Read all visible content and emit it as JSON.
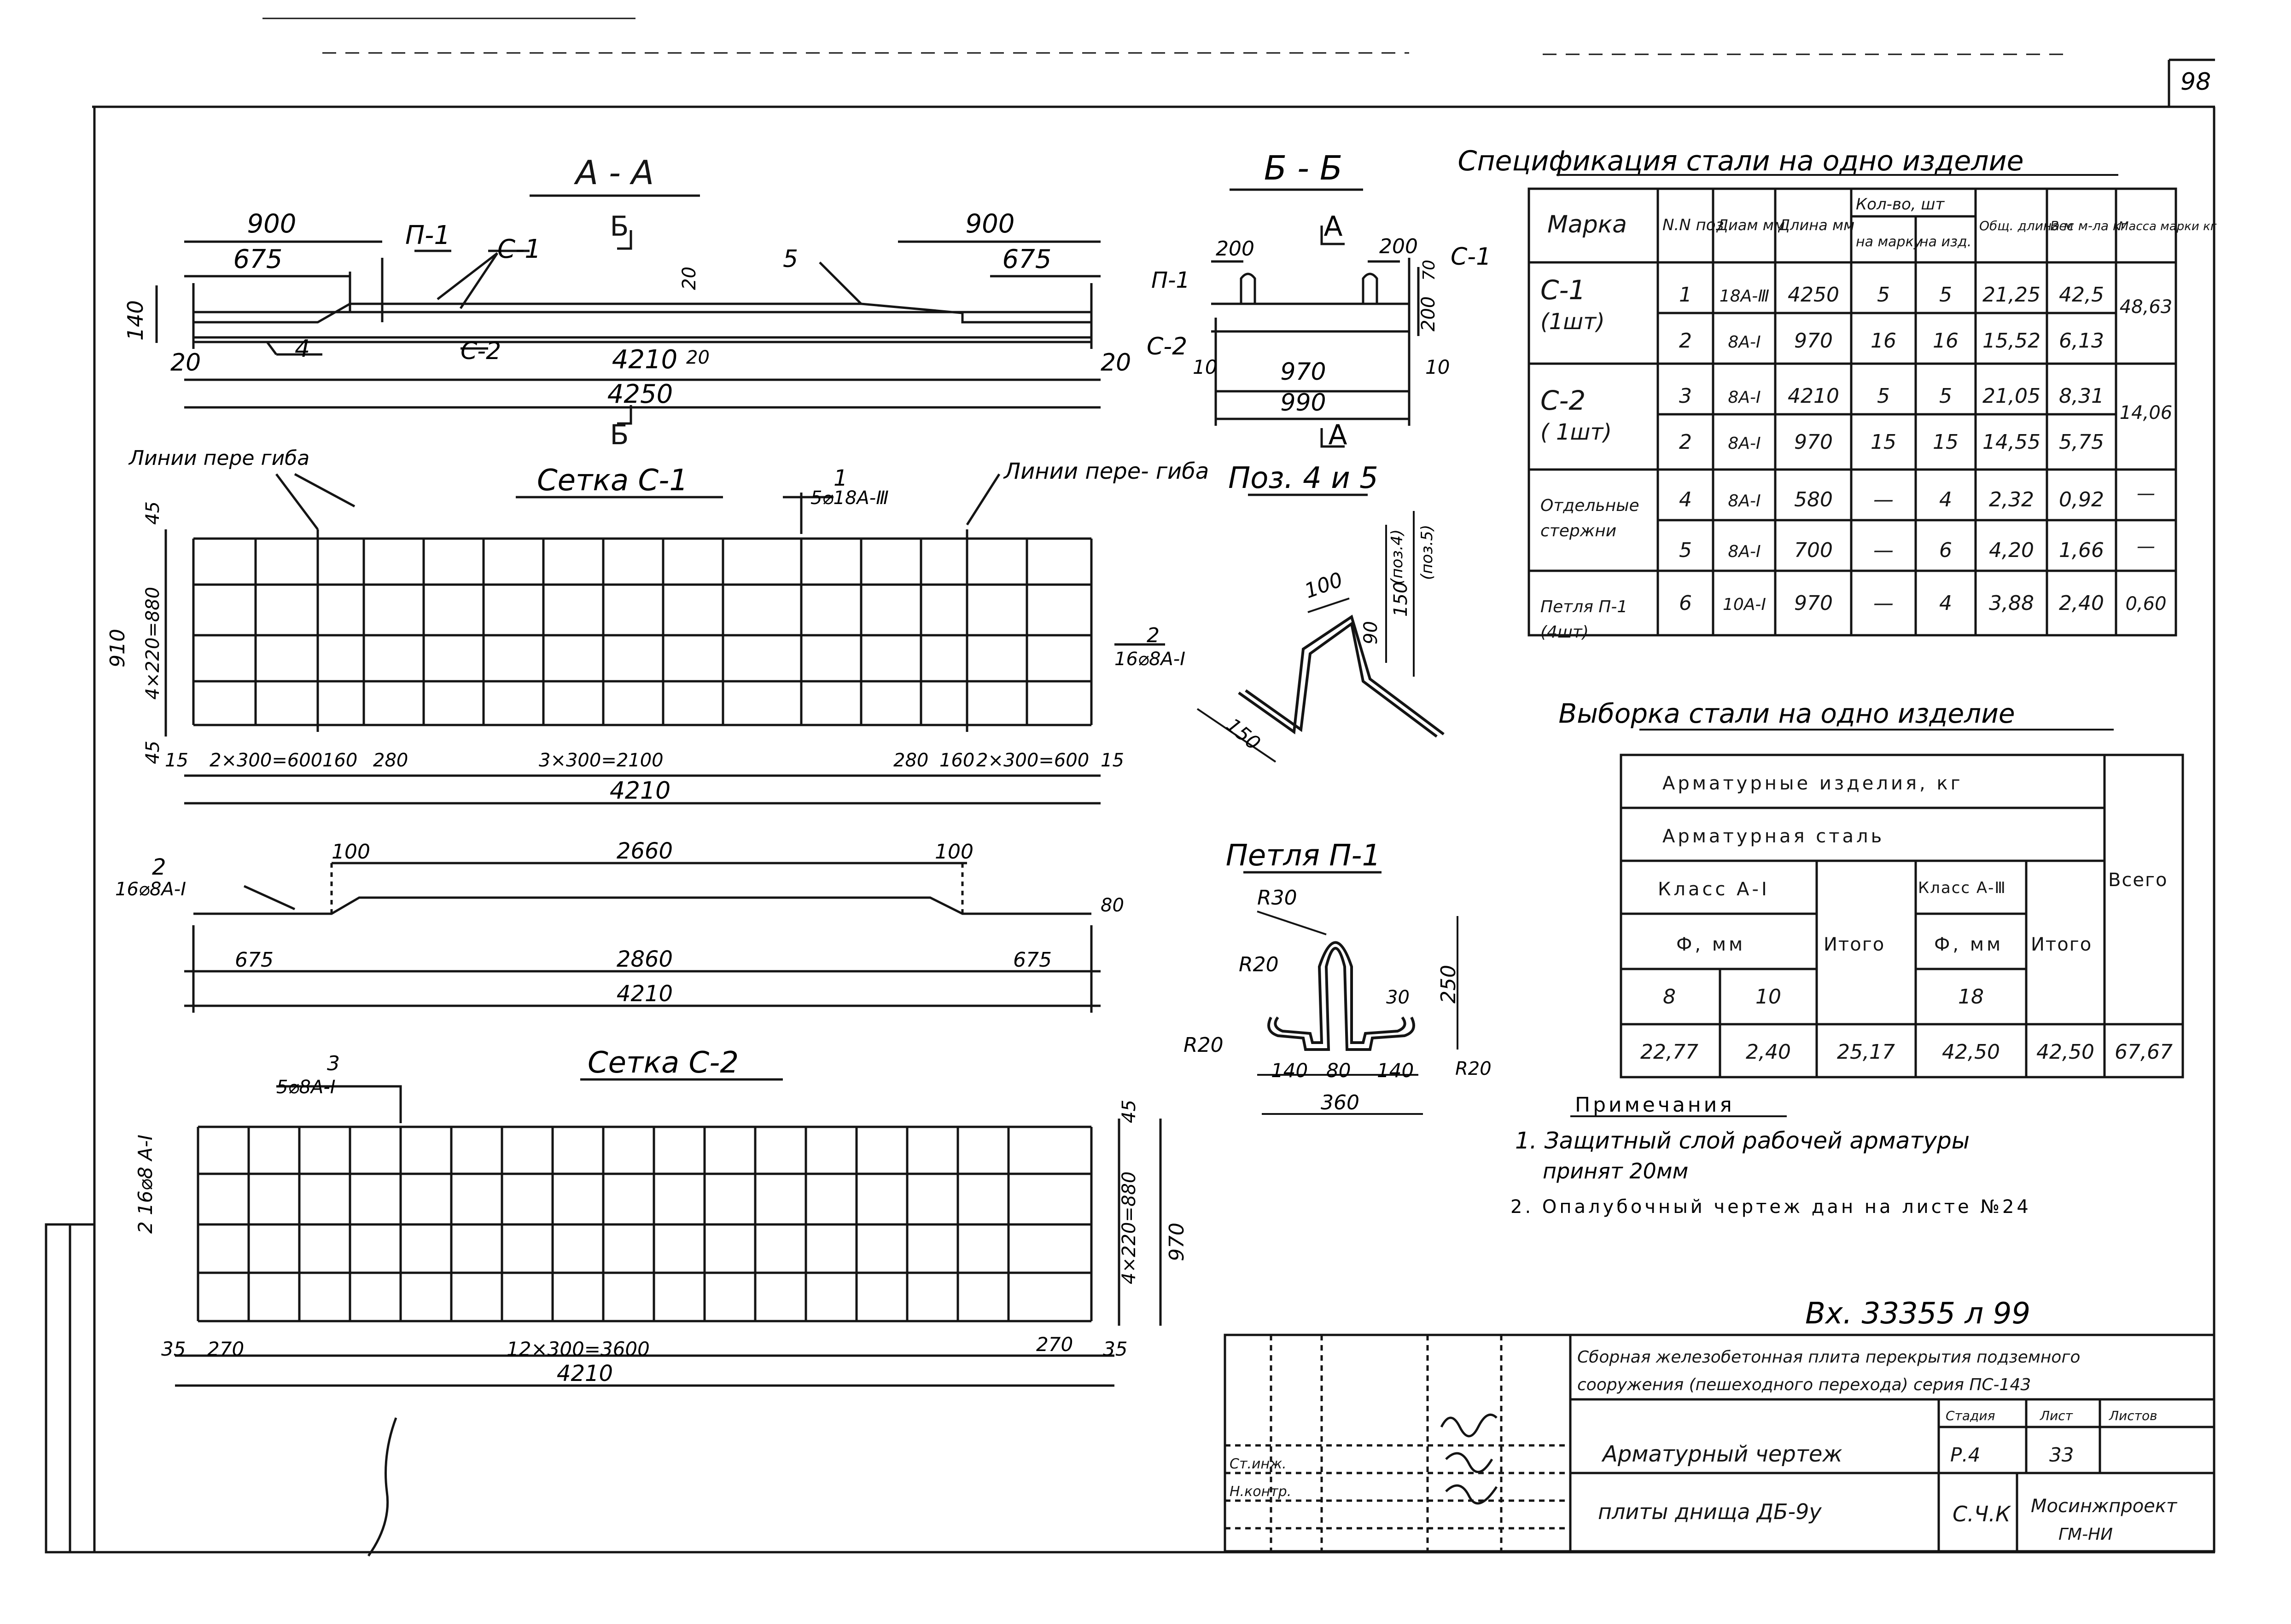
{
  "sheet": {
    "number": "98",
    "stamp": "Вх. 33355 л 99"
  },
  "section_aa": {
    "title": "А - А",
    "cut_top": "Б",
    "cut_bottom": "Б",
    "dims": {
      "left_total": "900",
      "left_inner": "675",
      "right_total": "900",
      "right_inner": "675",
      "inner_length": "4210",
      "overall": "4250",
      "edge_left": "20",
      "edge_right": "20",
      "height": "140",
      "top_gap": "20",
      "mid_gap": "20"
    },
    "callouts": {
      "loop": "П-1",
      "mesh1": "С-1",
      "mesh2": "С-2",
      "pos4": "4",
      "pos5": "5"
    }
  },
  "section_bb": {
    "title": "Б - Б",
    "cut": "А",
    "cut_bottom": "А",
    "dims": {
      "left": "200",
      "right": "200",
      "height": "200",
      "side": "70",
      "inner": "970",
      "overall": "990",
      "edge_l": "10",
      "edge_r": "10"
    },
    "callouts": {
      "loop": "П-1",
      "mesh1": "С-1",
      "mesh2": "С-2"
    }
  },
  "mesh_c1": {
    "title": "Сетка С-1",
    "label_left": "Линии пере гиба",
    "label_right": "Линии пере- гиба",
    "pos1_num": "1",
    "pos1_text": "5⌀18А-Ⅲ",
    "pos2_num": "2",
    "pos2_text": "16⌀8А-Ⅰ",
    "left_dims": {
      "top": "45",
      "mid": "4×220=880",
      "total": "910",
      "bottom": "45"
    },
    "bottom_dims": [
      "15",
      "2×300=600",
      "160",
      "280",
      "3×300=2100",
      "280",
      "160",
      "2×300=600",
      "15"
    ],
    "total": "4210"
  },
  "bent_profile": {
    "pos_num": "2",
    "pos_text": "16⌀8А-Ⅰ",
    "top_dims": [
      "100",
      "2660",
      "100"
    ],
    "bottom_dims": [
      "675",
      "2860",
      "675"
    ],
    "total": "4210",
    "height": "80"
  },
  "mesh_c2": {
    "title": "Сетка С-2",
    "pos3_num": "3",
    "pos3_text": "5⌀8А-Ⅰ",
    "left_label": "2 16⌀8 А-Ⅰ",
    "right_dims": {
      "top": "45",
      "mid": "4×220=880",
      "total": "970"
    },
    "bottom_dims": [
      "35",
      "270",
      "12×300=3600",
      "270",
      "35"
    ],
    "total": "4210"
  },
  "pos45": {
    "title": "Поз. 4 и 5",
    "dims": [
      "100",
      "90",
      "150",
      "150"
    ],
    "labels": [
      "(поз.4)",
      "(поз.5)"
    ]
  },
  "loop_p1": {
    "title": "Петля П-1",
    "dims": [
      "R30",
      "R20",
      "R20",
      "R20",
      "250",
      "30",
      "140",
      "80",
      "140",
      "360"
    ]
  },
  "spec": {
    "title": "Спецификация стали на одно изделие",
    "headers": [
      "Марка",
      "N.N поз",
      "Диам мм",
      "Длина мм",
      "Кол-во, шт",
      "на марку",
      "на изд.",
      "Общ. длина м",
      "Вес м-ла кг",
      "Масса марки кг"
    ],
    "rows": [
      {
        "mark": "С-1",
        "mark2": "(1шт)",
        "pos": "1",
        "diam": "18А-Ⅲ",
        "len": "4250",
        "q1": "5",
        "q2": "5",
        "tl": "21,25",
        "w": "42,5"
      },
      {
        "pos": "2",
        "diam": "8А-Ⅰ",
        "len": "970",
        "q1": "16",
        "q2": "16",
        "tl": "15,52",
        "w": "6,13"
      },
      {
        "mark": "С-2",
        "mark2": "( 1шт)",
        "pos": "3",
        "diam": "8А-Ⅰ",
        "len": "4210",
        "q1": "5",
        "q2": "5",
        "tl": "21,05",
        "w": "8,31"
      },
      {
        "pos": "2",
        "diam": "8А-Ⅰ",
        "len": "970",
        "q1": "15",
        "q2": "15",
        "tl": "14,55",
        "w": "5,75"
      },
      {
        "mark": "Отдельные",
        "mark2": "стержни",
        "pos": "4",
        "diam": "8А-Ⅰ",
        "len": "580",
        "q1": "—",
        "q2": "4",
        "tl": "2,32",
        "w": "0,92"
      },
      {
        "pos": "5",
        "diam": "8А-Ⅰ",
        "len": "700",
        "q1": "—",
        "q2": "6",
        "tl": "4,20",
        "w": "1,66"
      },
      {
        "mark": "Петля П-1",
        "mark2": "(4шт)",
        "pos": "6",
        "diam": "10А-Ⅰ",
        "len": "970",
        "q1": "—",
        "q2": "4",
        "tl": "3,88",
        "w": "2,40"
      }
    ],
    "mass": [
      "48,63",
      "14,06",
      "—",
      "—",
      "0,60"
    ]
  },
  "sample": {
    "title": "Выборка стали на одно изделие",
    "row1": "Арматурные изделия, кг",
    "row2": "Арматурная сталь",
    "classA1": "Класс А-Ⅰ",
    "classA3": "Класс А-Ⅲ",
    "phi": "Ф, мм",
    "phi2": "Ф, мм",
    "itogo": "Итого",
    "itogo2": "Итого",
    "vsego": "Всего",
    "d8": "8",
    "d10": "10",
    "d18": "18",
    "v": [
      "22,77",
      "2,40",
      "25,17",
      "42,50",
      "42,50",
      "67,67"
    ]
  },
  "notes": {
    "title": "Примечания",
    "n1": "1. Защитный слой рабочей арматуры",
    "n1b": "принят 20мм",
    "n2": "2. Опалубочный чертеж дан на листе №24"
  },
  "titleblock": {
    "project1": "Сборная железобетонная плита перекрытия подземного",
    "project2": "сооружения (пешеходного перехода) серия ПС-143",
    "drawing": "Арматурный чертеж",
    "element": "плиты днища ДБ-9у",
    "stage_h": "Стадия",
    "sheet_h": "Лист",
    "sheets_h": "Листов",
    "stage": "Р.4",
    "sheet": "33",
    "org": "Мосинжпроект",
    "org2": "ГМ-НИ",
    "code": "С.Ч.К",
    "role1": "Ст.инж.",
    "role2": "Н.контр."
  }
}
